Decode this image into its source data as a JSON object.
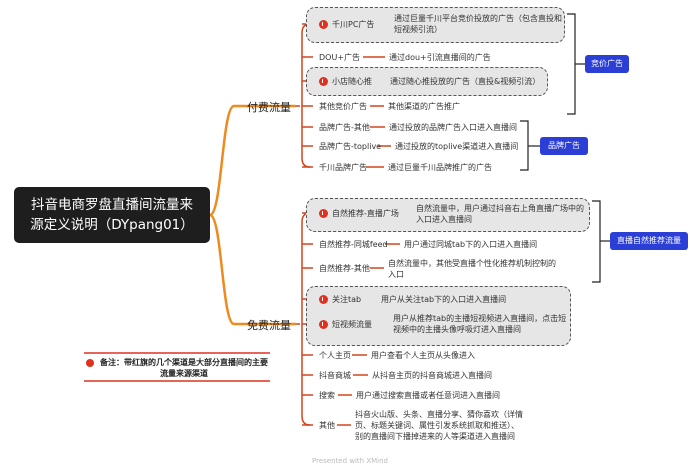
{
  "title_lines": [
    "抖音电商罗盘直播间流量来",
    "源定义说明（DYpang01）"
  ],
  "paid": {
    "label": "付费流量",
    "items": [
      {
        "name": "千川PC广告",
        "desc": [
          "通过巨量千川平台竞价投放的广告（包含直投和",
          "短视频引流）"
        ]
      },
      {
        "name": "DOU+广告",
        "desc": [
          "通过dou+引流直播间的广告"
        ]
      },
      {
        "name": "小店随心推",
        "desc": [
          "通过随心推投放的广告（直投&视频引流）"
        ]
      },
      {
        "name": "其他竞价广告",
        "desc": [
          "其他渠道的广告推广"
        ]
      },
      {
        "name": "品牌广告-其他",
        "desc": [
          "通过投放的品牌广告入口进入直播间"
        ]
      },
      {
        "name": "品牌广告-toplive",
        "desc": [
          "通过投放的toplive渠道进入直播间"
        ]
      },
      {
        "name": "千川品牌广告",
        "desc": [
          "通过巨量千川品牌推广的广告"
        ]
      }
    ],
    "tag_bidding": "竞价广告",
    "tag_brand": "品牌广告"
  },
  "free": {
    "label": "免费流量",
    "items": [
      {
        "name": "自然推荐-直播广场",
        "desc": [
          "自然流量中，用户通过抖音右上角直播广场中的",
          "入口进入直播间"
        ]
      },
      {
        "name": "自然推荐-同城feed",
        "desc": [
          "用户通过同城tab下的入口进入直播间"
        ]
      },
      {
        "name": "自然推荐-其他",
        "desc": [
          "自然流量中，其他受直播个性化推荐机制控制的",
          "入口"
        ]
      },
      {
        "name": "关注tab",
        "desc": [
          "用户从关注tab下的入口进入直播间"
        ]
      },
      {
        "name": "短视频流量",
        "desc": [
          "用户从推荐tab的主播短视频进入直播间，点击短",
          "视频中的主播头像呼吸灯进入直播间"
        ]
      },
      {
        "name": "个人主页",
        "desc": [
          "用户查看个人主页从头像进入"
        ]
      },
      {
        "name": "抖音商城",
        "desc": [
          "从抖音主页的抖音商城进入直播间"
        ]
      },
      {
        "name": "搜索",
        "desc": [
          "用户通过搜索直播或者任意词进入直播间"
        ]
      },
      {
        "name": "其他",
        "desc": [
          "抖音火山版、头条、直播分享、猜你喜欢（详情",
          "页、标题关键词、属性引发系统抓取和推送）、",
          "别的直播间下播掉进来的人等渠道进入直播间"
        ]
      }
    ],
    "tag_natural": "直播自然推荐流量"
  },
  "note": [
    "备注：带红旗的几个渠道是大部分直播间的主要",
    "流量来源渠道"
  ],
  "footer": "Presented with XMind",
  "colors": {
    "branch_line": "#ee8a1e",
    "leaf_line": "#d4441d",
    "tag_blue": "#2b3fd6",
    "flag_red": "#e0301e"
  }
}
